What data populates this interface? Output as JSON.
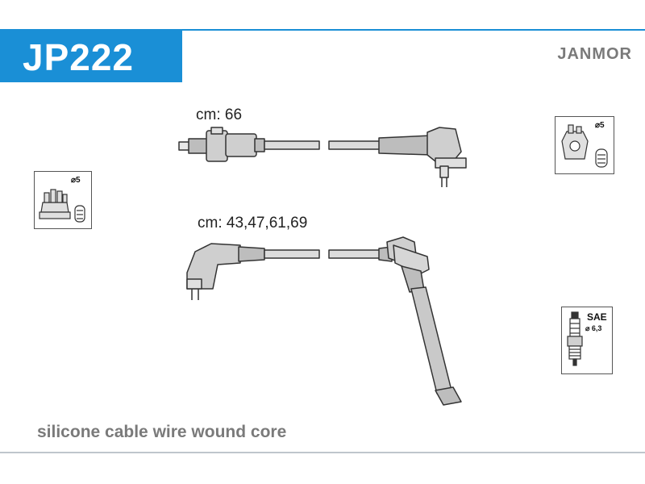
{
  "header": {
    "part_code": "JP222",
    "brand": "JANMOR",
    "accent_color": "#1a8fd6"
  },
  "cables": [
    {
      "length_label": "cm: 66"
    },
    {
      "length_label": "cm: 43,47,61,69"
    }
  ],
  "icons": {
    "distributor_cap_left": {
      "diameter_label": "⌀5"
    },
    "ignition_coil_right": {
      "diameter_label": "⌀5"
    },
    "spark_plug": {
      "standard_label": "SAE",
      "diameter_label": "⌀ 6,3"
    }
  },
  "footer": {
    "description": "silicone cable wire wound core"
  }
}
